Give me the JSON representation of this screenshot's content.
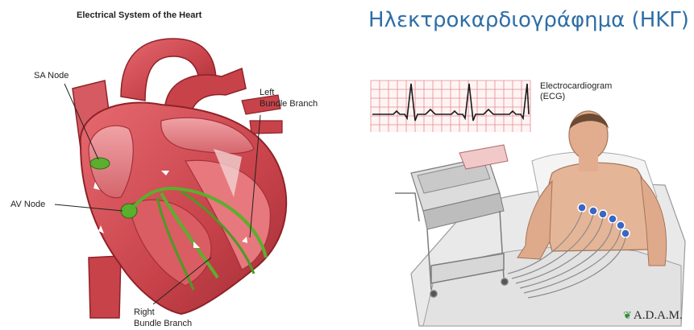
{
  "heart_diagram": {
    "title": "Electrical System of the Heart",
    "labels": {
      "sa_node": "SA Node",
      "av_node": "AV Node",
      "left_bundle_line1": "Left",
      "left_bundle_line2": "Bundle Branch",
      "right_bundle_line1": "Right",
      "right_bundle_line2": "Bundle Branch"
    }
  },
  "ecg_illustration": {
    "slide_title": "Ηλεκτροκαρδιογράφημα (ΗΚΓ)",
    "ecg_label_line1": "Electrocardiogram",
    "ecg_label_line2": "(ECG)",
    "logo": "A.D.A.M."
  },
  "colors": {
    "title_blue": "#2e6ea6",
    "heart_red": "#c8424a",
    "heart_dark": "#8e2228",
    "conduction_green": "#5cae2e",
    "ecg_grid": "#e48b90"
  }
}
